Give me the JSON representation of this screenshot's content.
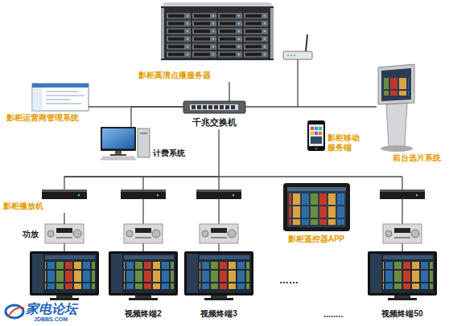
{
  "diagram": {
    "nodes": [
      {
        "text": [
          "影柜高清点播服务器"
        ]
      },
      {
        "text": [
          "千兆交换机"
        ]
      },
      {
        "text": [
          "影柜运营商管理系统"
        ]
      },
      {
        "text": [
          "计费系统"
        ]
      },
      {
        "text": [
          "影柜移动服务端"
        ]
      },
      {
        "text": [
          "前台选片系统"
        ]
      },
      {
        "text": [
          "影柜播放机"
        ]
      },
      {
        "text": [
          "功放"
        ]
      },
      {
        "text": [
          "影柜遥控器APP"
        ]
      },
      {
        "text": [
          "视频终端2"
        ]
      },
      {
        "text": [
          "视频终端3"
        ]
      },
      {
        "text": [
          "视频终端50"
        ]
      }
    ],
    "edges": [
      {
        "from": 1,
        "to": 0,
        "arrow": "none"
      },
      {
        "from": 2,
        "to": 1,
        "arrow": "none"
      },
      {
        "from": 1,
        "to": 3,
        "arrow": "none"
      },
      {
        "from": 1,
        "to": 5,
        "arrow": "none"
      },
      {
        "from": 1,
        "to": 6,
        "arrow": "none"
      },
      {
        "from": 6,
        "to": 7,
        "arrow": "none"
      }
    ],
    "labels": [
      "……",
      "........",
      "家电论坛",
      "JDBBS.COM"
    ]
  }
}
